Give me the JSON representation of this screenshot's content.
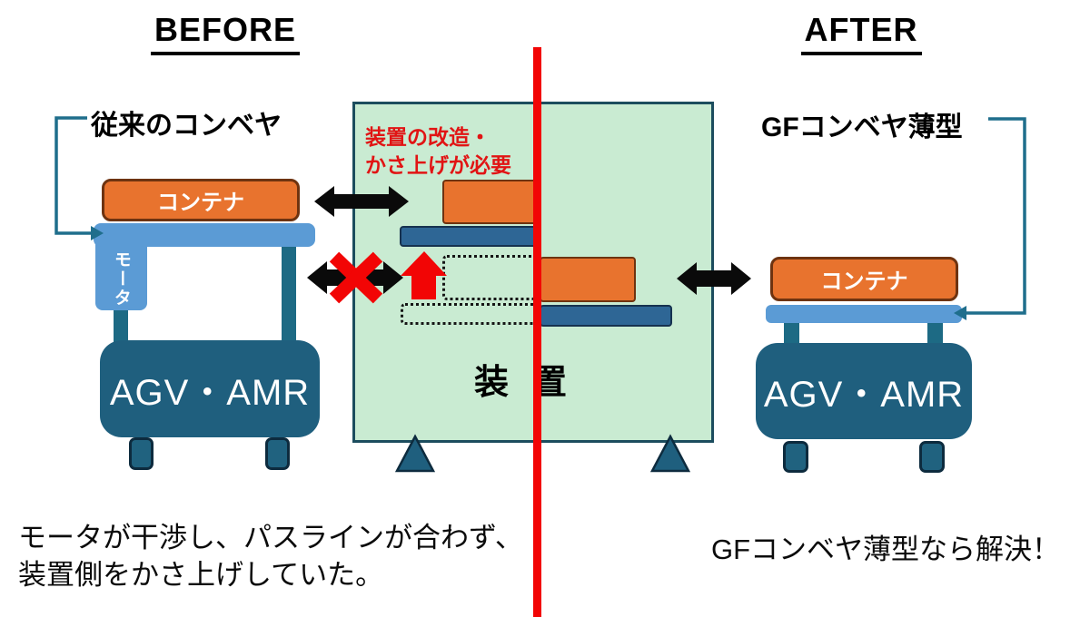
{
  "header": {
    "before_title": "BEFORE",
    "after_title": "AFTER"
  },
  "before": {
    "conveyor_label": "従来のコンベヤ",
    "container_label": "コンテナ",
    "motor_label": "モータ",
    "agv_label": "AGV・AMR",
    "caption_line1": "モータが干渉し、パスラインが合わず、",
    "caption_line2": "装置側をかさ上げしていた。"
  },
  "after": {
    "conveyor_label": "GFコンベヤ薄型",
    "container_label": "コンテナ",
    "agv_label": "AGV・AMR",
    "caption": "GFコンベヤ薄型なら解決！"
  },
  "equipment": {
    "label": "装置",
    "warning_line1": "装置の改造・",
    "warning_line2": "かさ上げが必要"
  },
  "icons": {
    "transfer_top": "double-arrow-icon",
    "transfer_blocked": "double-arrow-icon + red-x-icon",
    "transfer_right": "double-arrow-icon",
    "raise": "red-up-arrow-icon",
    "before_pointer": "elbow-arrow-icon",
    "after_pointer": "elbow-arrow-icon",
    "equipment_feet": "triangle-foot-icon",
    "divider": "red-line"
  },
  "colors": {
    "orange": "#E8732E",
    "orange_border": "#6E3310",
    "light_blue": "#5B9BD5",
    "dark_blue": "#2E6695",
    "agv_teal": "#1F5F7E",
    "leg_teal": "#1D6A84",
    "green_fill": "#C9EBD2",
    "green_border": "#1C4D5E",
    "pointer_teal": "#1F6E8C",
    "red": "#F20505",
    "warning_red": "#E11414",
    "arrow_black": "#0A0A0A"
  }
}
